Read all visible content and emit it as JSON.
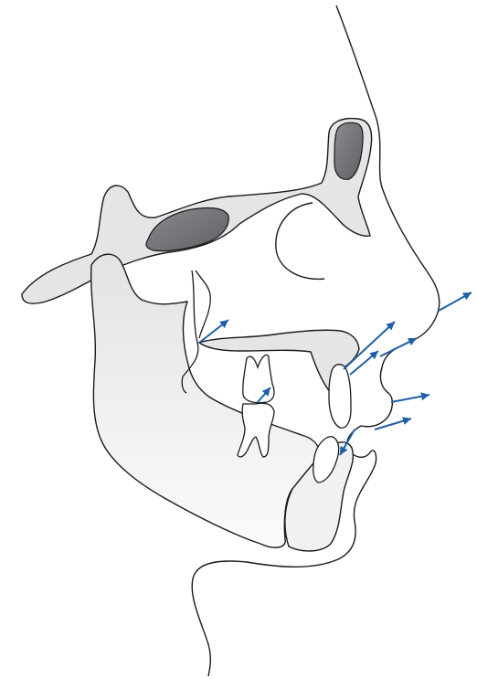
{
  "figure": {
    "kind": "cephalometric-tracing",
    "view": "lateral-profile",
    "colors": {
      "outline": "#1a1a1a",
      "bone_fill": "#e4e5e7",
      "bone_fill_light": "#f4f4f5",
      "sinus_fill": "#6f7073",
      "arrow": "#1f5fa6",
      "background": "#ffffff"
    },
    "growth_vectors": [
      {
        "site": "gonion-ramus"
      },
      {
        "site": "upper-incisor-root"
      },
      {
        "site": "anterior-nasal-spine"
      },
      {
        "site": "subnasale"
      },
      {
        "site": "nose-tip"
      },
      {
        "site": "upper-lip"
      },
      {
        "site": "lower-lip"
      },
      {
        "site": "lower-incisor"
      },
      {
        "site": "molar-occlusal"
      }
    ]
  }
}
